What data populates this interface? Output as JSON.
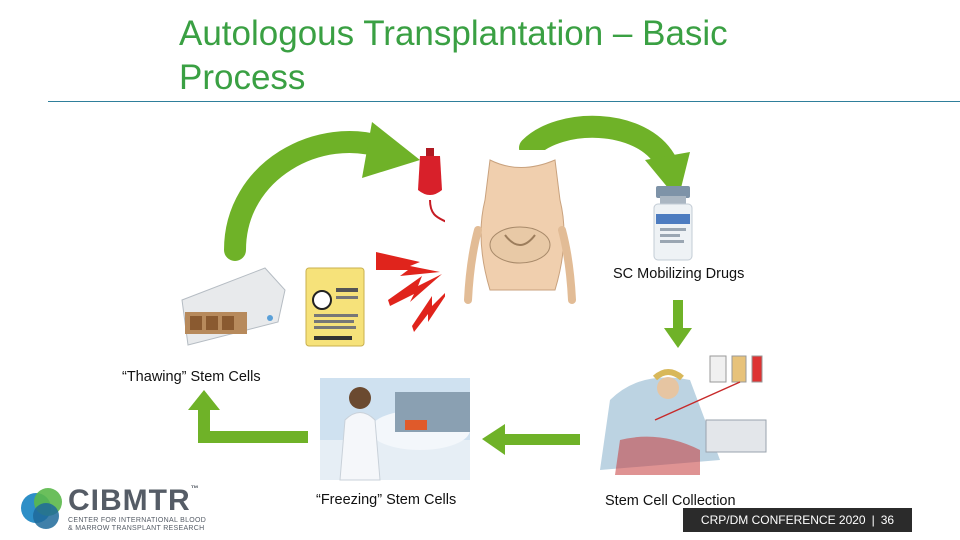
{
  "slide": {
    "title_line1": "Autologous Transplantation – Basic",
    "title_line2": "Process"
  },
  "labels": {
    "mobilizing": "SC Mobilizing Drugs",
    "thawing": "“Thawing” Stem Cells",
    "freezing": "“Freezing” Stem Cells",
    "collection": "Stem Cell Collection"
  },
  "footer": {
    "conference": "CRP/DM CONFERENCE 2020",
    "page": "36"
  },
  "logo": {
    "name": "CIBMTR",
    "tm": "™",
    "sub1": "CENTER FOR INTERNATIONAL BLOOD",
    "sub2": "& MARROW TRANSPLANT RESEARCH"
  },
  "colors": {
    "title": "#3aa043",
    "arrow": "#6fb228",
    "rule": "#2f7f9b",
    "footer_bg": "#2b2b2b",
    "lightning": "#e0241c"
  }
}
